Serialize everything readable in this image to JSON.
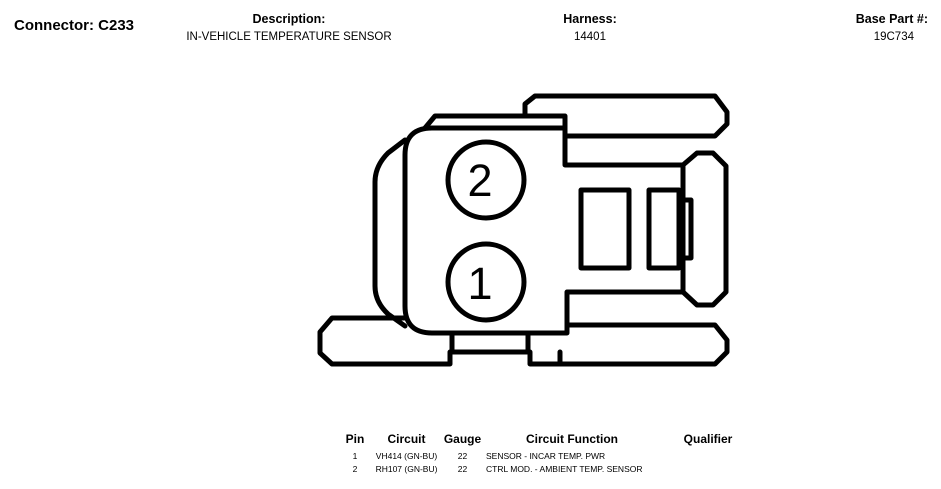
{
  "header": {
    "connector_title": "Connector: C233",
    "description_label": "Description:",
    "description_value": "IN-VEHICLE TEMPERATURE SENSOR",
    "harness_label": "Harness:",
    "harness_value": "14401",
    "base_part_label": "Base Part #:",
    "base_part_value": "19C734"
  },
  "diagram": {
    "pins": [
      {
        "label": "2"
      },
      {
        "label": "1"
      }
    ]
  },
  "table": {
    "headers": [
      "Pin",
      "Circuit",
      "Gauge",
      "Circuit Function",
      "Qualifier"
    ],
    "rows": [
      {
        "pin": "1",
        "circuit": "VH414 (GN-BU)",
        "gauge": "22",
        "function": "SENSOR - INCAR TEMP. PWR",
        "qualifier": ""
      },
      {
        "pin": "2",
        "circuit": "RH107 (GN-BU)",
        "gauge": "22",
        "function": "CTRL MOD. - AMBIENT TEMP. SENSOR",
        "qualifier": ""
      }
    ]
  },
  "colors": {
    "line": "#000000",
    "background": "#ffffff"
  }
}
